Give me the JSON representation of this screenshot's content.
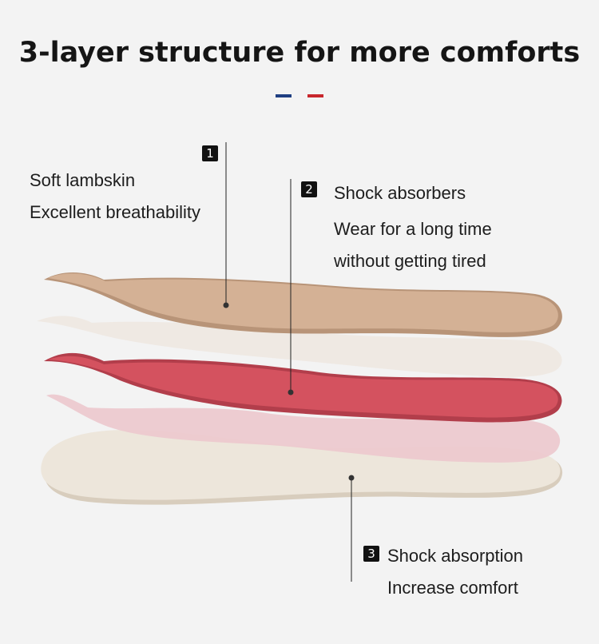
{
  "title": "3-layer structure for more comforts",
  "accent_colors": {
    "blue": "#1f3f82",
    "red": "#c8262c"
  },
  "layer_colors": {
    "lambskin": "#d4b195",
    "lambskin_edge": "#b89478",
    "white_layer": "#efe8e2",
    "red_layer": "#d4525f",
    "red_edge": "#b23e4b",
    "pink_layer": "#ecc8cd",
    "cream_layer": "#ede6db",
    "cream_edge": "#d8cdbd"
  },
  "callouts": [
    {
      "number": "1",
      "lines": [
        "Soft lambskin",
        "Excellent breathability"
      ]
    },
    {
      "number": "2",
      "lines": [
        "Shock absorbers",
        "Wear for a long time",
        "without getting tired"
      ]
    },
    {
      "number": "3",
      "lines": [
        "Shock absorption",
        "Increase comfort"
      ]
    }
  ]
}
